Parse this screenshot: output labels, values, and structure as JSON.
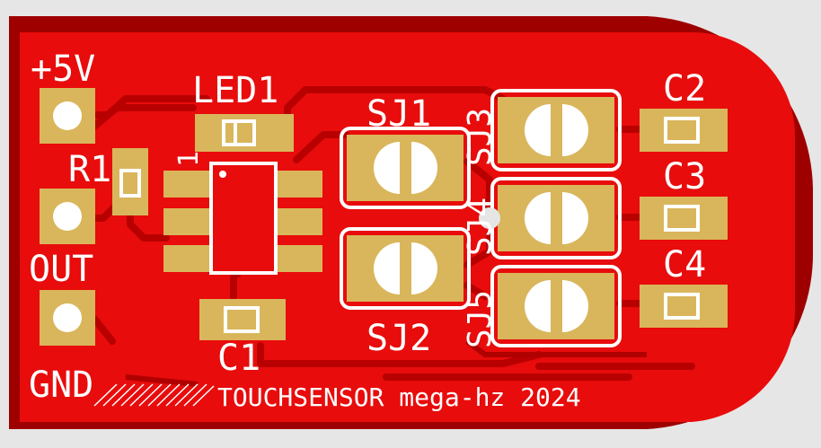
{
  "labels": {
    "plus5v": "+5V",
    "out": "OUT",
    "gnd": "GND",
    "r1": "R1",
    "led1": "LED1",
    "c1": "C1",
    "c2": "C2",
    "c3": "C3",
    "c4": "C4",
    "sj1": "SJ1",
    "sj2": "SJ2",
    "sj3": "SJ3",
    "sj4": "SJ4",
    "sj5": "SJ5",
    "pin1": "1",
    "footer": "TOUCHSENSOR mega-hz 2024"
  },
  "colors": {
    "board_background": "#e6e6e6",
    "outline": "#9e0000",
    "copper_fill": "#e80c0c",
    "pad_gold": "#d9b65b",
    "silkscreen": "#ffffff"
  }
}
